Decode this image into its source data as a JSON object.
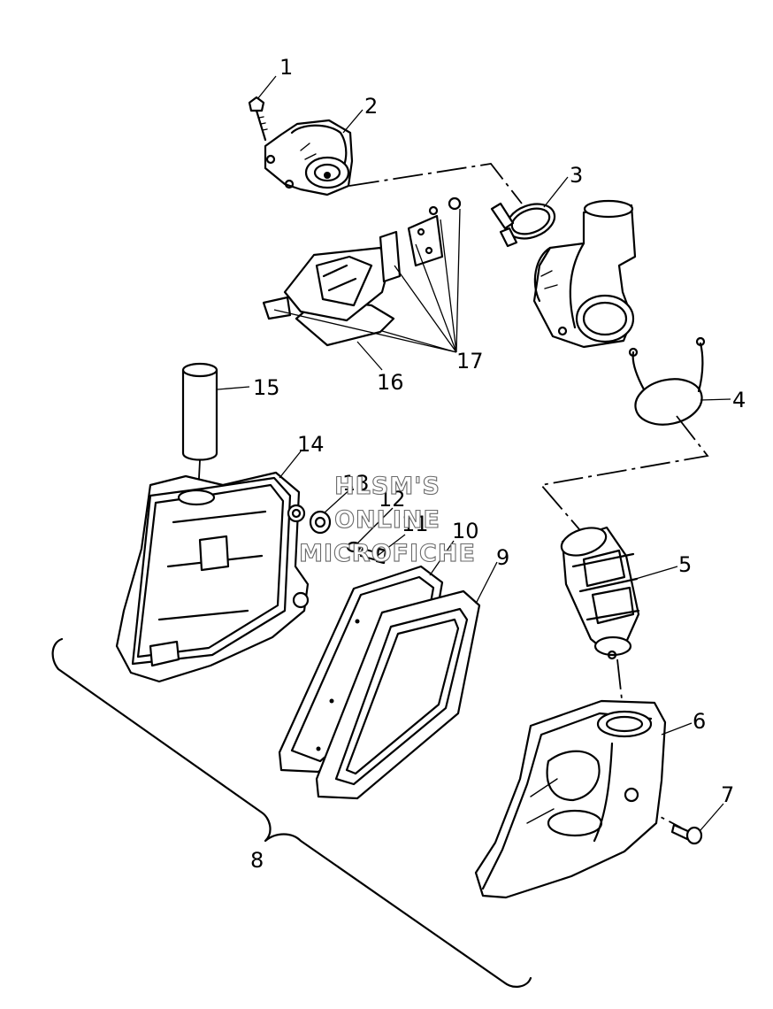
{
  "callouts": {
    "c1": "1",
    "c2": "2",
    "c3": "3",
    "c4": "4",
    "c5": "5",
    "c6": "6",
    "c7": "7",
    "c8": "8",
    "c9": "9",
    "c10": "10",
    "c11": "11",
    "c12": "12",
    "c13": "13",
    "c14": "14",
    "c15": "15",
    "c16": "16",
    "c17": "17"
  },
  "watermark": {
    "line1": "HLSM'S",
    "line2": "ONLINE",
    "line3": "MICROFICHE"
  }
}
